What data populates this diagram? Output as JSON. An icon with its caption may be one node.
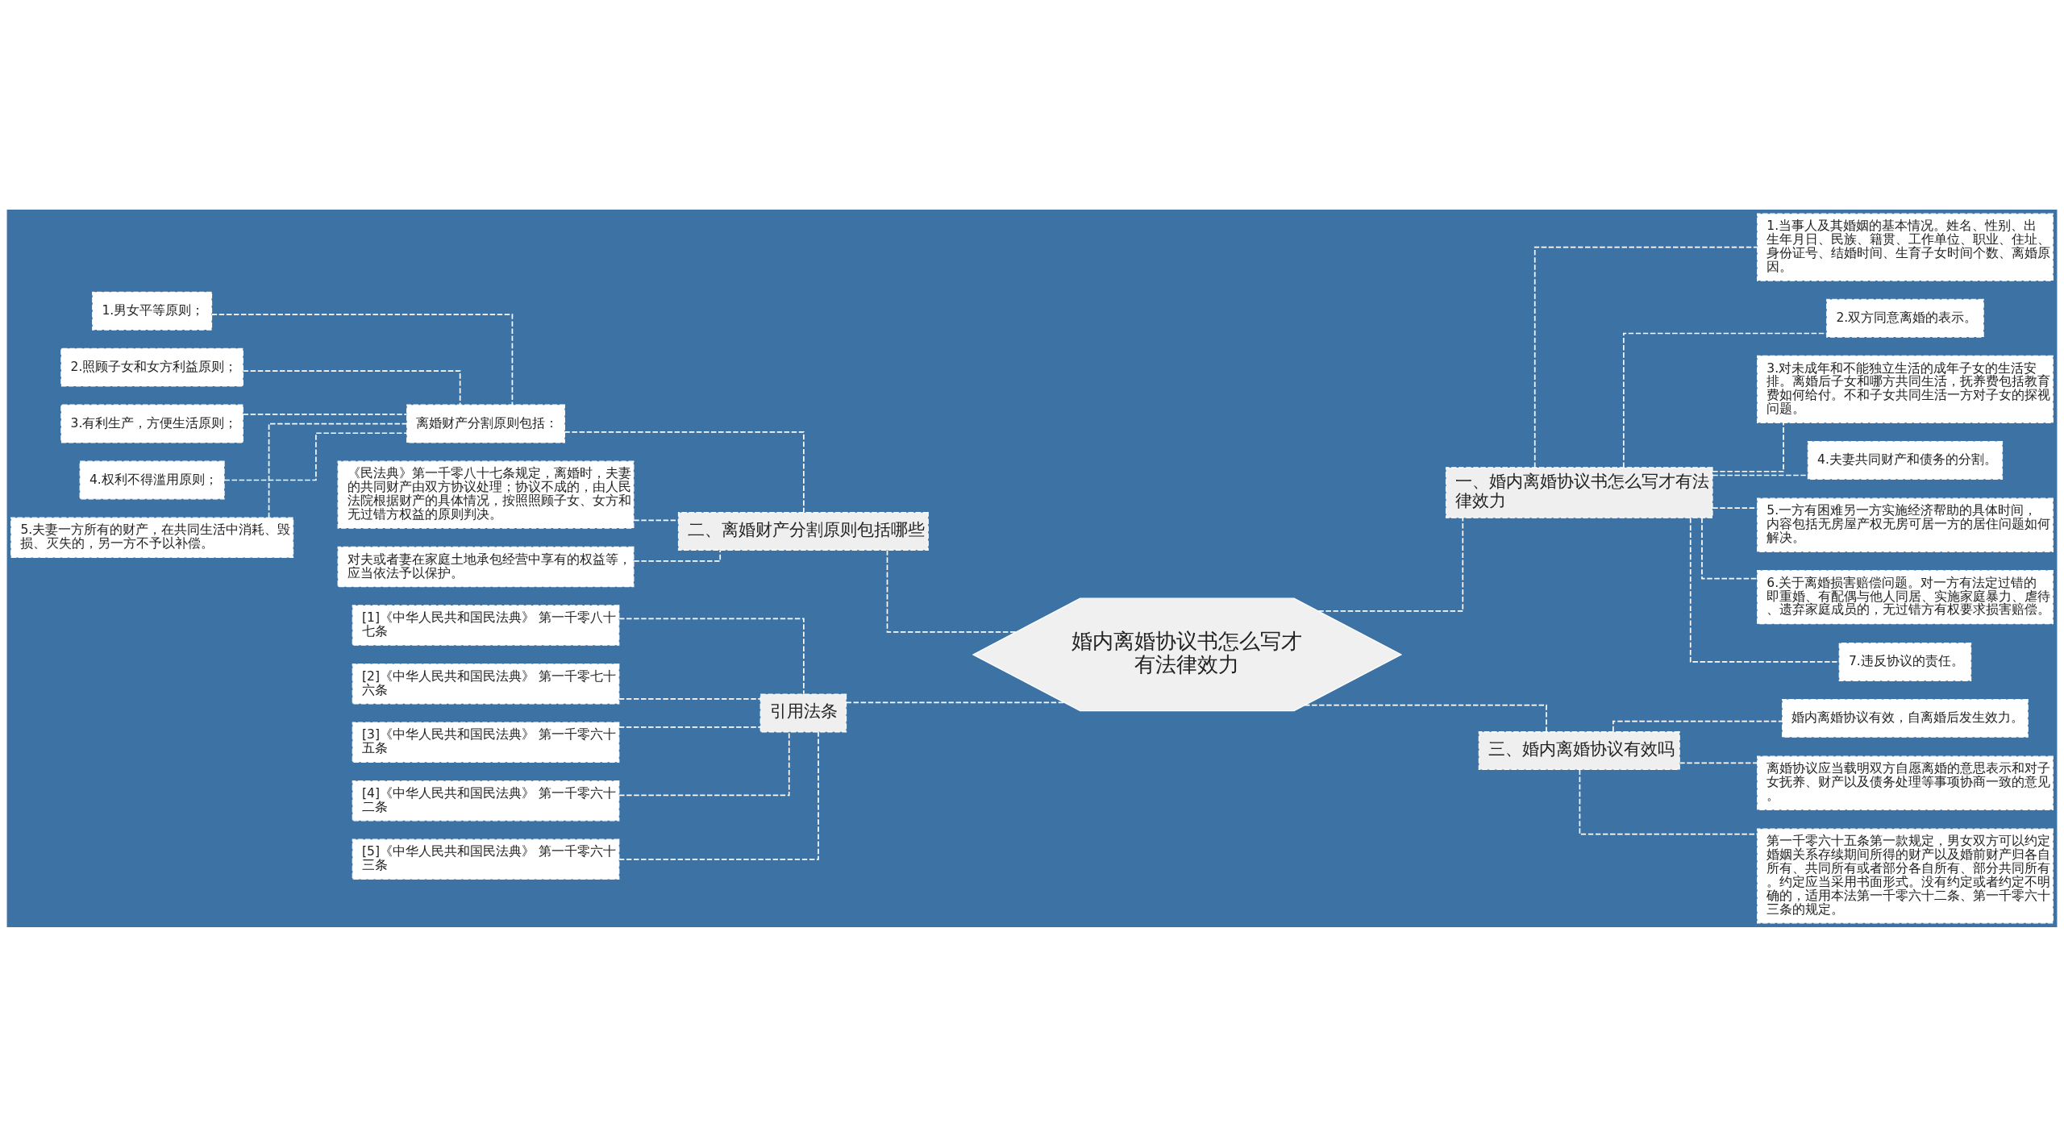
{
  "diagram": {
    "nodes": [
      {
        "text": [
          "婚内离婚协议书怎么写才有法律效力"
        ]
      },
      {
        "text": [
          "二、离婚财产分割原则包括哪些"
        ]
      },
      {
        "text": [
          "离婚财产分割原则包括："
        ]
      },
      {
        "text": [
          "1.男女平等原则；"
        ]
      },
      {
        "text": [
          "2.照顾子女和女方利益原则；"
        ]
      },
      {
        "text": [
          "3.有利生产，方便生活原则；"
        ]
      },
      {
        "text": [
          "4.权利不得滥用原则；"
        ]
      },
      {
        "text": [
          "5.夫妻一方所有的财产，在共同生活中消耗、毁损、灭失的，另一方不予以补偿。"
        ]
      },
      {
        "text": [
          "《民法典》第一千零八十七条规定，离婚时，夫妻的共同财产由双方协议处理；协议不成的，由人民法院根据财产的具体情况，按照照顾子女、女方和无过错方权益的原则判决。"
        ]
      },
      {
        "text": [
          "对夫或者妻在家庭土地承包经营中享有的权益等，应当依法予以保护。"
        ]
      },
      {
        "text": [
          "引用法条"
        ]
      },
      {
        "text": [
          "[1]《中华人民共和国民法典》 第一千零八十七条"
        ]
      },
      {
        "text": [
          "[2]《中华人民共和国民法典》 第一千零七十六条"
        ]
      },
      {
        "text": [
          "[3]《中华人民共和国民法典》 第一千零六十五条"
        ]
      },
      {
        "text": [
          "[4]《中华人民共和国民法典》 第一千零六十二条"
        ]
      },
      {
        "text": [
          "[5]《中华人民共和国民法典》 第一千零六十三条"
        ]
      },
      {
        "text": [
          "一、婚内离婚协议书怎么写才有法律效力"
        ]
      },
      {
        "text": [
          "1.当事人及其婚姻的基本情况。姓名、性别、出生年月日、民族、籍贯、工作单位、职业、住址、身份证号、结婚时间、生育子女时间个数、离婚原因。"
        ]
      },
      {
        "text": [
          "2.双方同意离婚的表示。"
        ]
      },
      {
        "text": [
          "3.对未成年和不能独立生活的成年子女的生活安排。离婚后子女和哪方共同生活，抚养费包括教育费如何给付。不和子女共同生活一方对子女的探视问题。"
        ]
      },
      {
        "text": [
          "4.夫妻共同财产和债务的分割。"
        ]
      },
      {
        "text": [
          "5.一方有困难另一方实施经济帮助的具体时间，内容包括无房屋产权无房可居一方的居住问题如何解决。"
        ]
      },
      {
        "text": [
          "6.关于离婚损害赔偿问题。对一方有法定过错的即重婚、有配偶与他人同居、实施家庭暴力、虐待、遗弃家庭成员的，无过错方有权要求损害赔偿。"
        ]
      },
      {
        "text": [
          "7.违反协议的责任。"
        ]
      },
      {
        "text": [
          "三、婚内离婚协议有效吗"
        ]
      },
      {
        "text": [
          "婚内离婚协议有效，自离婚后发生效力。"
        ]
      },
      {
        "text": [
          "离婚协议应当载明双方自愿离婚的意思表示和对子女抚养、财产以及债务处理等事项协商一致的意见。"
        ]
      },
      {
        "text": [
          "第一千零六十五条第一款规定，男女双方可以约定婚姻关系存续期间所得的财产以及婚前财产归各自所有、共同所有或者部分各自所有、部分共同所有。约定应当采用书面形式。没有约定或者约定不明确的，适用本法第一千零六十二条、第一千零六十三条的规定。"
        ]
      }
    ],
    "edges": [
      {
        "from": 0,
        "to": 1,
        "arrow": "none",
        "style": "dashed"
      },
      {
        "from": 1,
        "to": 2,
        "arrow": "none",
        "style": "dashed"
      },
      {
        "from": 2,
        "to": 3,
        "arrow": "none",
        "style": "dashed"
      },
      {
        "from": 2,
        "to": 4,
        "arrow": "none",
        "style": "dashed"
      },
      {
        "from": 2,
        "to": 5,
        "arrow": "none",
        "style": "dashed"
      },
      {
        "from": 2,
        "to": 6,
        "arrow": "none",
        "style": "dashed"
      },
      {
        "from": 2,
        "to": 7,
        "arrow": "none",
        "style": "dashed"
      },
      {
        "from": 1,
        "to": 8,
        "arrow": "none",
        "style": "dashed"
      },
      {
        "from": 1,
        "to": 9,
        "arrow": "none",
        "style": "dashed"
      },
      {
        "from": 0,
        "to": 10,
        "arrow": "none",
        "style": "dashed"
      },
      {
        "from": 10,
        "to": 11,
        "arrow": "none",
        "style": "dashed"
      },
      {
        "from": 10,
        "to": 12,
        "arrow": "none",
        "style": "dashed"
      },
      {
        "from": 10,
        "to": 13,
        "arrow": "none",
        "style": "dashed"
      },
      {
        "from": 10,
        "to": 14,
        "arrow": "none",
        "style": "dashed"
      },
      {
        "from": 10,
        "to": 15,
        "arrow": "none",
        "style": "dashed"
      },
      {
        "from": 0,
        "to": 16,
        "arrow": "none",
        "style": "dashed"
      },
      {
        "from": 16,
        "to": 17,
        "arrow": "none",
        "style": "dashed"
      },
      {
        "from": 16,
        "to": 18,
        "arrow": "none",
        "style": "dashed"
      },
      {
        "from": 16,
        "to": 19,
        "arrow": "none",
        "style": "dashed"
      },
      {
        "from": 16,
        "to": 20,
        "arrow": "none",
        "style": "dashed"
      },
      {
        "from": 16,
        "to": 21,
        "arrow": "none",
        "style": "dashed"
      },
      {
        "from": 16,
        "to": 22,
        "arrow": "none",
        "style": "dashed"
      },
      {
        "from": 16,
        "to": 23,
        "arrow": "none",
        "style": "dashed"
      },
      {
        "from": 0,
        "to": 24,
        "arrow": "none",
        "style": "dashed"
      },
      {
        "from": 24,
        "to": 25,
        "arrow": "none",
        "style": "dashed"
      },
      {
        "from": 24,
        "to": 26,
        "arrow": "none",
        "style": "dashed"
      },
      {
        "from": 24,
        "to": 27,
        "arrow": "none",
        "style": "dashed"
      }
    ]
  }
}
